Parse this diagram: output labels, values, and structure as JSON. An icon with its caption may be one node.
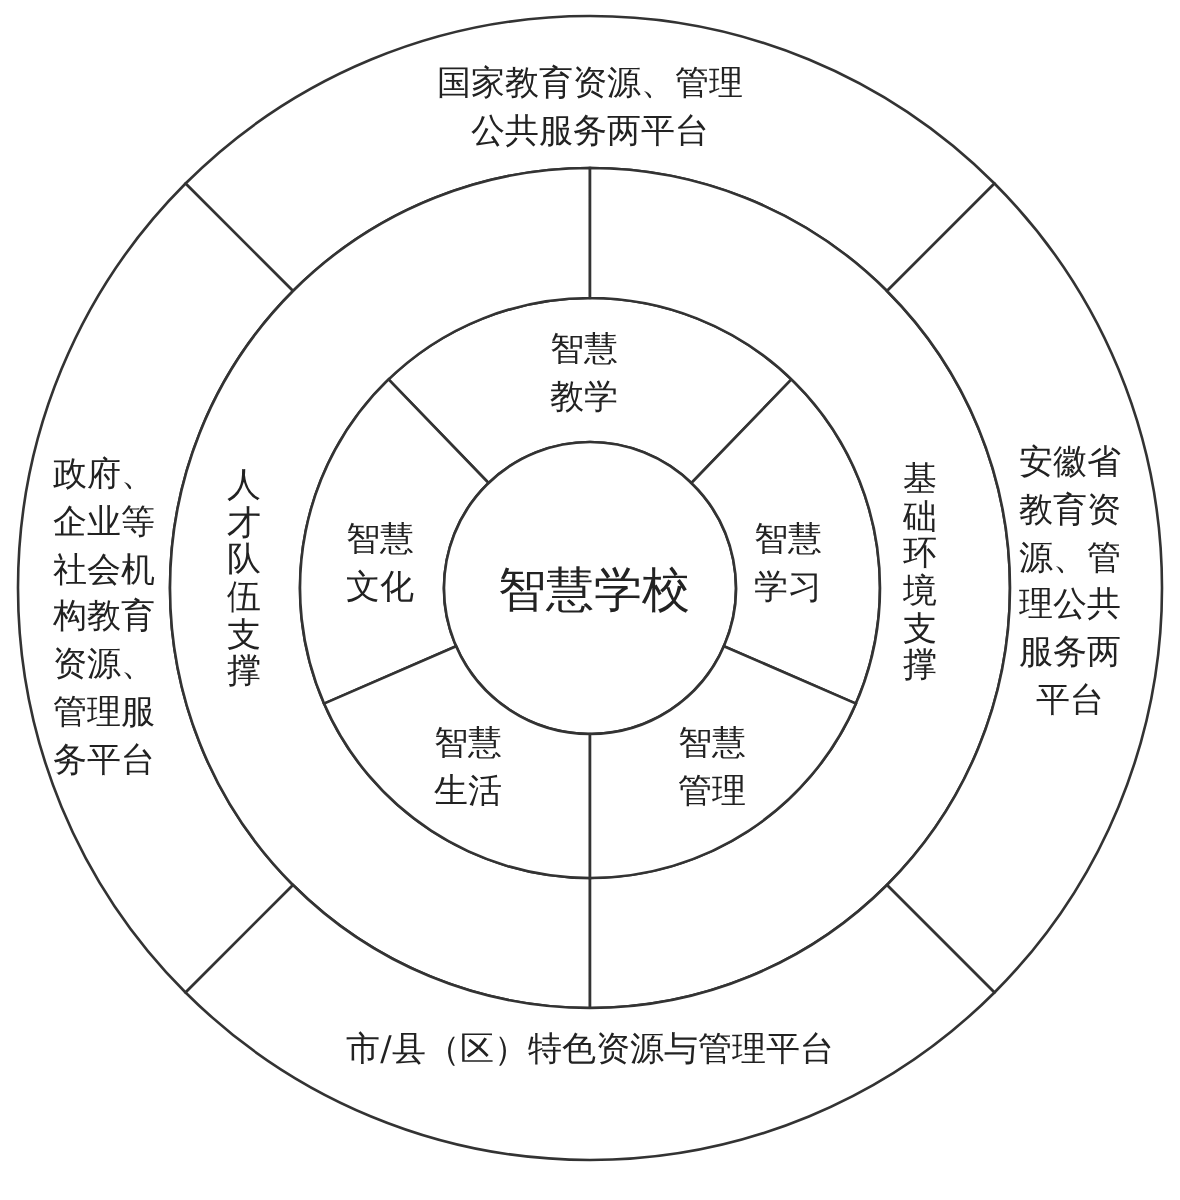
{
  "diagram": {
    "nodes": [
      {
        "text": [
          "国家教育资源、管理公共服务两平台"
        ]
      },
      {
        "text": [
          "智慧教学"
        ]
      },
      {
        "text": [
          "政府、企业等社会机构教育资源、管理服务平台"
        ]
      },
      {
        "text": [
          "人才队伍支撑"
        ]
      },
      {
        "text": [
          "智慧文化"
        ]
      },
      {
        "text": [
          "智慧学校"
        ]
      },
      {
        "text": [
          "智慧学习"
        ]
      },
      {
        "text": [
          "基础环境支撑"
        ]
      },
      {
        "text": [
          "安徽省教育资源、管理公共服务两平台"
        ]
      },
      {
        "text": [
          "智慧生活"
        ]
      },
      {
        "text": [
          "智慧管理"
        ]
      },
      {
        "text": [
          "市/县（区）特色资源与管理平台"
        ]
      }
    ]
  }
}
